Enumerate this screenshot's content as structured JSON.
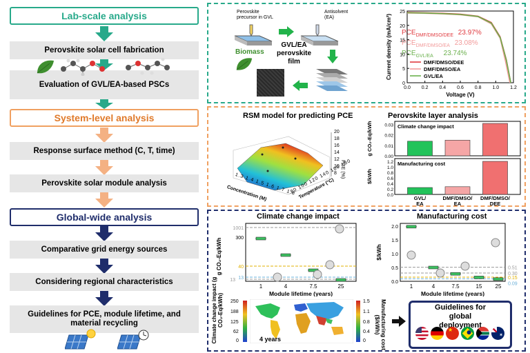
{
  "left": {
    "lab_header": "Lab-scale analysis",
    "step_fabrication": "Perovskite solar cell fabrication",
    "step_evaluation": "Evaluation of GVL/EA-based PSCs",
    "system_header": "System-level analysis",
    "step_rsm": "Response surface method (C, T, time)",
    "step_module": "Perovskite solar module analysis",
    "global_header": "Global-wide analysis",
    "step_grid": "Comparative grid energy sources",
    "step_regional": "Considering regional characteristics",
    "step_guidelines": "Guidelines for PCE, module lifetime, and material recycling",
    "colors": {
      "lab": "#27a98a",
      "system": "#f0a060",
      "global": "#1f2d6b"
    }
  },
  "lab_panel": {
    "precursor_label": "Perovskite precursor in GVL",
    "antisolvent_label": "Antisolvent (EA)",
    "biomass_label": "Biomass",
    "film_label": "GVL/EA perovskite film",
    "pce_rows": [
      {
        "prefix": "PCE",
        "sub": "DMF/DMSO/DEE",
        "value": "23.97%",
        "color": "#e0393e"
      },
      {
        "prefix": "PCE",
        "sub": "DMF/DMSO/EA",
        "value": "23.08%",
        "color": "#f29a9a"
      },
      {
        "prefix": "PCE",
        "sub": "GVL/EA",
        "value": "23.74%",
        "color": "#6ab04c"
      }
    ],
    "jv_chart": {
      "xlabel": "Voltage (V)",
      "ylabel": "Current density (mA/cm²)",
      "legend": [
        "DMF/DMSO/DEE",
        "DMF/DMSO/EA",
        "GVL/EA"
      ]
    }
  },
  "system_panel": {
    "rsm_title": "RSM model for predicting PCE",
    "rsm_axes": {
      "x": "Concentration (M)",
      "y": "Temperature (°C)",
      "z": "PCE (%)"
    },
    "layer_title": "Perovskite layer analysis",
    "climate_label": "Climate change impact",
    "climate_unit": "g CO₂-Eq/kWh",
    "manuf_label": "Manufacturing cost",
    "manuf_unit": "$/kWh",
    "bar_categories": [
      "GVL/EA",
      "DMF/DMSO/EA",
      "DMF/DMSO/DEE"
    ]
  },
  "global_panel": {
    "climate_title": "Climate change impact",
    "manuf_title": "Manufacturing cost",
    "xlabel": "Module lifetime (years)",
    "climate_ylabel": "g CO₂-Eq/kWh",
    "manuf_ylabel": "$/kWh",
    "map_left_label": "Climate change impact (g CO₂-Eq/kWh)",
    "map_right_label": "Manufacturing cost ($/kWh)",
    "map_years": "4 years",
    "guidelines": "Guidelines for global deployment",
    "map_left_ticks": [
      "250",
      "188",
      "125",
      "62",
      "0"
    ],
    "map_right_ticks": [
      "1.5",
      "1.1",
      "0.8",
      "0.4",
      "0"
    ]
  },
  "chart_data": [
    {
      "type": "line",
      "title": "",
      "xlabel": "Voltage (V)",
      "ylabel": "Current density (mA/cm²)",
      "xlim": [
        0,
        1.2
      ],
      "ylim": [
        0,
        25
      ],
      "x_ticks": [
        "0.0",
        "0.2",
        "0.4",
        "0.6",
        "0.8",
        "1.0",
        "1.2"
      ],
      "y_ticks": [
        "0",
        "5",
        "10",
        "15",
        "20",
        "25"
      ],
      "series": [
        {
          "name": "DMF/DMSO/DEE",
          "color": "#e0393e",
          "x": [
            0,
            0.2,
            0.4,
            0.6,
            0.8,
            0.95,
            1.05,
            1.12,
            1.17
          ],
          "y": [
            24.5,
            24.4,
            24.2,
            23.9,
            23.2,
            21.0,
            16.0,
            8.0,
            0
          ]
        },
        {
          "name": "DMF/DMSO/EA",
          "color": "#f29a9a",
          "x": [
            0,
            0.2,
            0.4,
            0.6,
            0.8,
            0.95,
            1.05,
            1.11,
            1.16
          ],
          "y": [
            24.3,
            24.2,
            24.0,
            23.7,
            23.0,
            20.5,
            15.5,
            7.5,
            0
          ]
        },
        {
          "name": "GVL/EA",
          "color": "#6ab04c",
          "x": [
            0,
            0.2,
            0.4,
            0.6,
            0.8,
            0.95,
            1.05,
            1.12,
            1.17
          ],
          "y": [
            24.4,
            24.3,
            24.1,
            23.8,
            23.1,
            20.8,
            15.8,
            7.8,
            0
          ]
        }
      ]
    },
    {
      "type": "bar",
      "title": "Climate change impact",
      "ylabel": "g CO₂-Eq/kWh",
      "categories": [
        "GVL/EA",
        "DMF/DMSO/EA",
        "DMF/DMSO/DEE"
      ],
      "values": [
        0.014,
        0.015,
        0.031
      ],
      "ylim": [
        0,
        0.033
      ],
      "y_ticks": [
        "0.00",
        "0.01",
        "0.02",
        "0.03"
      ],
      "colors": [
        "#22c35a",
        "#f5a6a6",
        "#f07070"
      ]
    },
    {
      "type": "bar",
      "title": "Manufacturing cost",
      "ylabel": "$/kWh",
      "categories": [
        "GVL/EA",
        "DMF/DMSO/EA",
        "DMF/DMSO/DEE"
      ],
      "values": [
        0.25,
        0.28,
        1.2
      ],
      "ylim": [
        0,
        1.3
      ],
      "y_ticks": [
        "0.0",
        "0.2",
        "0.4",
        "0.6",
        "0.8",
        "1.0",
        "1.2"
      ],
      "colors": [
        "#22c35a",
        "#f5a6a6",
        "#f07070"
      ]
    },
    {
      "type": "scatter",
      "title": "Climate change impact",
      "xlabel": "Module lifetime (years)",
      "ylabel": "g CO₂-Eq/kWh",
      "categories": [
        "1",
        "4",
        "7.5",
        "25"
      ],
      "values": [
        250,
        90,
        40,
        13
      ],
      "y_ticks": [
        "1001",
        "300"
      ],
      "reference_lines": [
        {
          "value": "1001",
          "color": "#999999"
        },
        {
          "value": "40",
          "color": "#e0b000"
        },
        {
          "value": "13",
          "color": "#6ab0d8"
        },
        {
          "value": "13",
          "color": "#999999"
        }
      ]
    },
    {
      "type": "scatter",
      "title": "Manufacturing cost",
      "xlabel": "Module lifetime (years)",
      "ylabel": "$/kWh",
      "categories": [
        "1",
        "4",
        "7.5",
        "15",
        "25"
      ],
      "values": [
        1.98,
        0.5,
        0.27,
        0.14,
        0.08
      ],
      "ylim": [
        0,
        2.1
      ],
      "y_ticks": [
        "0.0",
        "0.5",
        "1.0",
        "1.5",
        "2.0"
      ],
      "reference_lines": [
        {
          "value": "0.51",
          "color": "#999999"
        },
        {
          "value": "0.30",
          "color": "#999999"
        },
        {
          "value": "0.15",
          "color": "#e0b000"
        },
        {
          "value": "0.09",
          "color": "#6ab0d8"
        }
      ]
    }
  ]
}
